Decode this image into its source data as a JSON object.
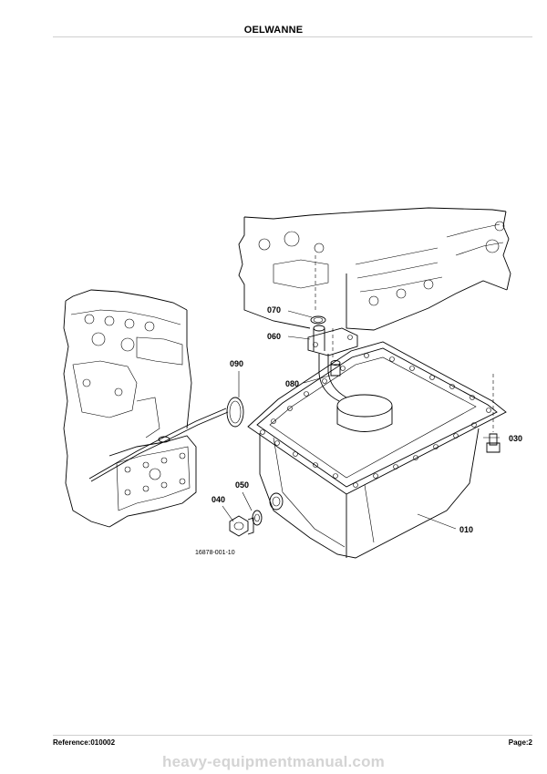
{
  "page": {
    "title": "OELWANNE",
    "reference": "Reference:010002",
    "page_label": "Page:2",
    "watermark": "heavy-equipmentmanual.com"
  },
  "diagram": {
    "figure_id": "16878-001-10",
    "callouts": [
      {
        "id": "070",
        "label": "070"
      },
      {
        "id": "060",
        "label": "060"
      },
      {
        "id": "090",
        "label": "090"
      },
      {
        "id": "080",
        "label": "080"
      },
      {
        "id": "030",
        "label": "030"
      },
      {
        "id": "050",
        "label": "050"
      },
      {
        "id": "040",
        "label": "040"
      },
      {
        "id": "010",
        "label": "010"
      }
    ]
  }
}
